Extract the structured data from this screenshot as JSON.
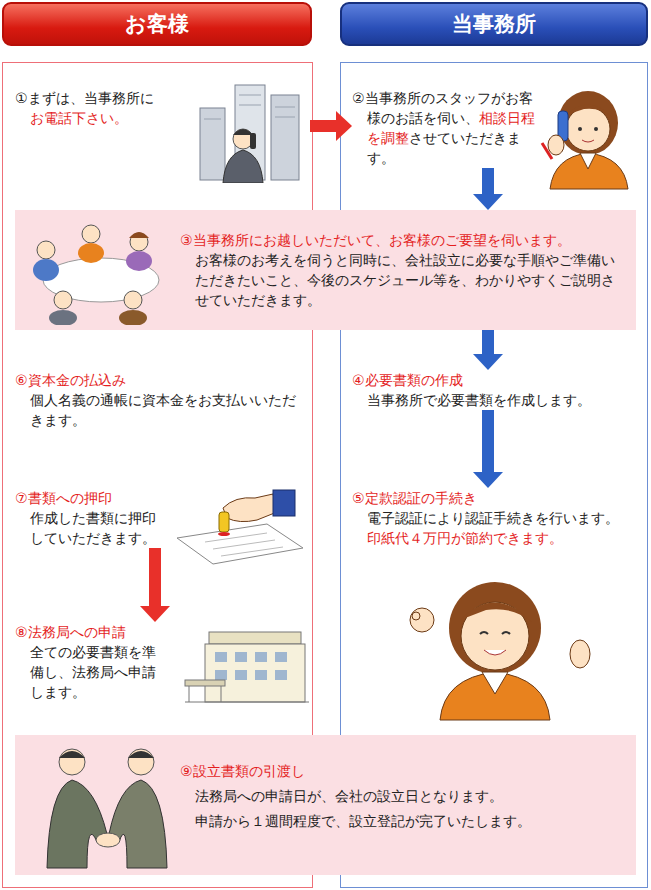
{
  "diagram": {
    "nodes": [
      {
        "text": [
          "お客様"
        ]
      },
      {
        "text": [
          "当事務所"
        ]
      },
      {
        "text": [
          "①まずは、当事務所に",
          "お電話下さい。"
        ]
      },
      {
        "text": [
          "②当事務所のスタッフがお客様のお話を伺い、",
          "相談日程を調整",
          "させていただきます。"
        ]
      },
      {
        "text": [
          "③当事務所にお越しいただいて、お客様のご要望を伺います。",
          "お客様のお考えを伺うと同時に、会社設立に必要な手順やご準備いただきたいこと、今後のスケジュール等を、わかりやすくご説明させていただきます。"
        ]
      },
      {
        "text": [
          "⑥資本金の払込み",
          "個人名義の通帳に資本金をお支払いいただきます。"
        ]
      },
      {
        "text": [
          "④必要書類の作成",
          "当事務所で必要書類を作成します。"
        ]
      },
      {
        "text": [
          "⑦書類への押印",
          "作成した書類に押印していただきます。"
        ]
      },
      {
        "text": [
          "⑤定款認証の手続き",
          "電子認証により認証手続きを行います。",
          "印紙代４万円が節約できます。"
        ]
      },
      {
        "text": [
          "⑧法務局への申請",
          "全ての必要書類を準備し、法務局へ申請します。"
        ]
      },
      {
        "text": [
          "⑨設立書類の引渡し",
          "法務局への申請日が、会社の設立日となります。",
          "申請から１週間程度で、設立登記が完了いたします。"
        ]
      }
    ],
    "edges": [
      {
        "from": 2,
        "to": 3,
        "arrow": "to"
      },
      {
        "from": 3,
        "to": 4,
        "arrow": "to"
      },
      {
        "from": 4,
        "to": 6,
        "arrow": "to"
      },
      {
        "from": 6,
        "to": 8,
        "arrow": "to"
      },
      {
        "from": 7,
        "to": 9,
        "arrow": "to"
      }
    ]
  }
}
